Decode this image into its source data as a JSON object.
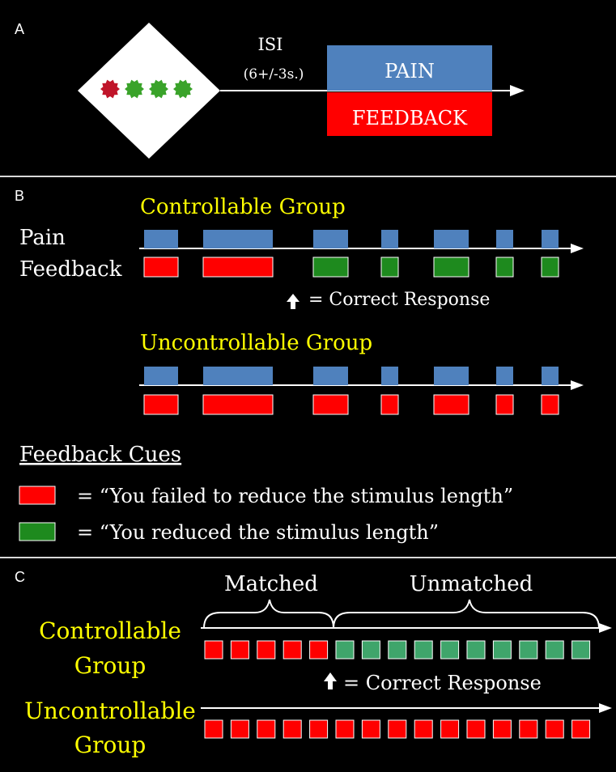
{
  "colors": {
    "background": "#000000",
    "divider": "#d9d9d9",
    "pain_blue": "#4f81bd",
    "feedback_red": "#ff0000",
    "feedback_green": "#1e8a1e",
    "unmatched_green": "#3fa56b",
    "group_label_yellow": "#ffff00",
    "text_white": "#ffffff",
    "diamond_white": "#ffffff",
    "dot_red": "#c0152a",
    "dot_green": "#3aa32a"
  },
  "panel_a": {
    "letter": "A",
    "isi_label": "ISI",
    "isi_range": "(6+/-3s.)",
    "pain_label": "PAIN",
    "feedback_label": "FEEDBACK",
    "cue_dots": [
      "red",
      "green",
      "green",
      "green"
    ]
  },
  "panel_b": {
    "letter": "B",
    "controllable_title": "Controllable Group",
    "uncontrollable_title": "Uncontrollable Group",
    "row_pain_label": "Pain",
    "row_feedback_label": "Feedback",
    "arrow_icon": "up-arrow-icon",
    "correct_response_label": "= Correct Response",
    "trials": [
      {
        "duration": "short",
        "controllable_feedback": "red",
        "uncontrollable_feedback": "red"
      },
      {
        "duration": "long",
        "controllable_feedback": "red",
        "uncontrollable_feedback": "red"
      },
      {
        "duration": "medium",
        "controllable_feedback": "green",
        "uncontrollable_feedback": "red"
      },
      {
        "duration": "brief",
        "controllable_feedback": "green",
        "uncontrollable_feedback": "red"
      },
      {
        "duration": "medium",
        "controllable_feedback": "green",
        "uncontrollable_feedback": "red"
      },
      {
        "duration": "brief",
        "controllable_feedback": "green",
        "uncontrollable_feedback": "red"
      },
      {
        "duration": "brief",
        "controllable_feedback": "green",
        "uncontrollable_feedback": "red"
      }
    ],
    "feedback_cues_title": "Feedback Cues",
    "cue_red_text": "= “You failed to reduce the stimulus length”",
    "cue_green_text": "= “You reduced the stimulus length”"
  },
  "panel_c": {
    "letter": "C",
    "matched_label": "Matched",
    "unmatched_label": "Unmatched",
    "controllable_label_line1": "Controllable",
    "controllable_label_line2": "Group",
    "uncontrollable_label_line1": "Uncontrollable",
    "uncontrollable_label_line2": "Group",
    "correct_response_label": "= Correct Response",
    "controllable_sequence": [
      "red",
      "red",
      "red",
      "red",
      "red",
      "green",
      "green",
      "green",
      "green",
      "green",
      "green",
      "green",
      "green",
      "green",
      "green"
    ],
    "uncontrollable_sequence": [
      "red",
      "red",
      "red",
      "red",
      "red",
      "red",
      "red",
      "red",
      "red",
      "red",
      "red",
      "red",
      "red",
      "red",
      "red"
    ]
  }
}
